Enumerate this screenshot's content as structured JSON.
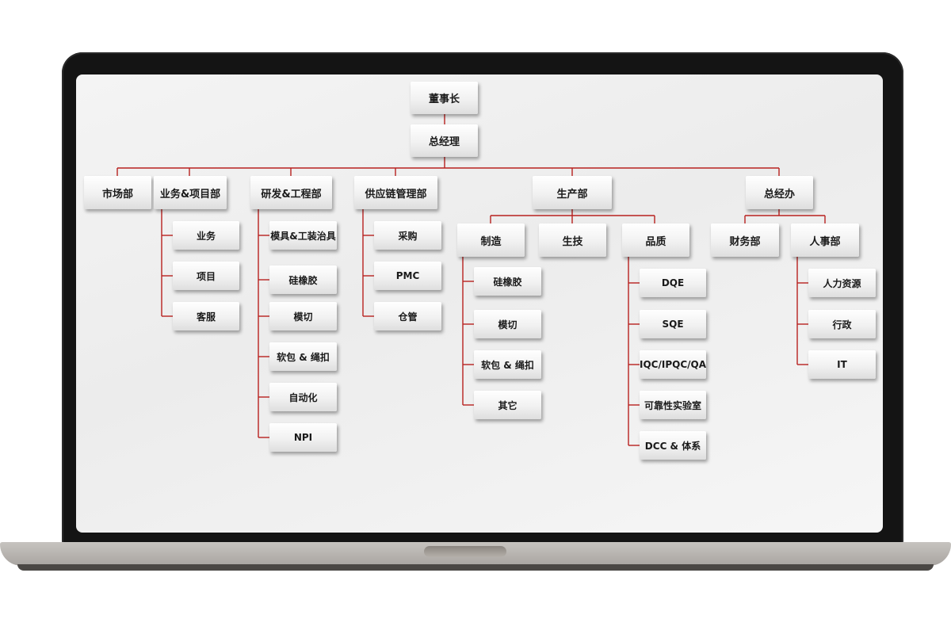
{
  "org": {
    "chairman": "董事长",
    "gm": "总经理",
    "depts": {
      "market": "市场部",
      "business": "业务&项目部",
      "rd": "研发&工程部",
      "supply": "供应链管理部",
      "production": "生产部",
      "office": "总经办"
    },
    "business_items": [
      "业务",
      "项目",
      "客服"
    ],
    "rd_items": [
      "模具&工装治具",
      "硅橡胶",
      "模切",
      "软包 & 绳扣",
      "自动化",
      "NPI"
    ],
    "supply_items": [
      "采购",
      "PMC",
      "仓管"
    ],
    "production_subs": {
      "manufacturing": "制造",
      "tech": "生技",
      "quality": "品质"
    },
    "manufacturing_items": [
      "硅橡胶",
      "模切",
      "软包 & 绳扣",
      "其它"
    ],
    "quality_items": [
      "DQE",
      "SQE",
      "IQC/IPQC/QA",
      "可靠性实验室",
      "DCC & 体系"
    ],
    "office_subs": {
      "finance": "财务部",
      "hr": "人事部"
    },
    "hr_items": [
      "人力资源",
      "行政",
      "IT"
    ]
  },
  "colors": {
    "connector": "#b8211f"
  }
}
